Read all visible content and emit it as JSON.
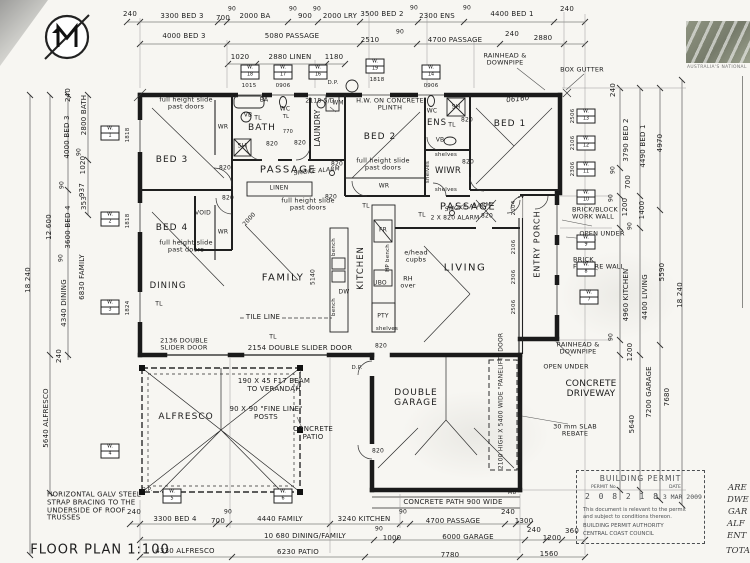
{
  "title": "FLOOR PLAN 1:100",
  "rooms": {
    "bed3": "BED 3",
    "bed4": "BED 4",
    "bath": "BATH",
    "laundry": "LAUNDRY",
    "passage1": "PASSAGE",
    "linen": "LINEN",
    "bed2": "BED 2",
    "ens": "ENS",
    "wiwr": "WIWR",
    "bed1": "BED 1",
    "passage2": "PASSAGE",
    "living": "LIVING",
    "kitchen": "KITCHEN",
    "family": "FAMILY",
    "dining": "DINING",
    "porch": "ENTRY PORCH",
    "alfresco": "ALFRESCO",
    "garage": "DOUBLE GARAGE",
    "patio": "CONCRETE PATIO",
    "driveway": "CONCRETE DRIVEWAY"
  },
  "notes": {
    "fh": "full height slide past doors",
    "hw": "H.W. ON CONCRETE PLINTH",
    "sd2118": "2118 S/D",
    "rain": "RAINHEAD & DOWNPIPE",
    "boxgutter": "BOX GUTTER",
    "open_under": "OPEN UNDER",
    "brick_block": "BRICK/BLOCK WORK WALL",
    "brick_feature": "BRICK FEATURE WALL",
    "slab": "30 mm SLAB REBATE",
    "path": "CONCRETE PATH 900 WIDE",
    "panelift": "2100 HIGH X 5400 WIDE \"PANELIFT\" DOOR",
    "beam": "190 X 45 F17 BEAM TO VERANDAH",
    "posts": "90 X 90 \"FINE LINE\" POSTS",
    "slider2136": "2136 DOUBLE SLIDER DOOR",
    "slider2154": "2154 DOUBLE SLIDER DOOR",
    "tile": "TILE LINE",
    "void": "VOID",
    "smoke": "SMOKE ALARM",
    "alarm2x": "2 X 820 ALARM",
    "galv": "HORIZONTAL GALV STEEL STRAP BRACING TO THE UNDERSIDE OF ROOF TRUSSES",
    "ehead": "e/head cupbs",
    "rh": "RH over",
    "hand": "06160"
  },
  "fix": {
    "ba": "BA",
    "vb": "VB",
    "sh": "SH",
    "wc": "WC",
    "tl": "TL",
    "wr": "WR",
    "wm": "WM",
    "fr": "FR",
    "dw": "DW",
    "ubo": "UBO",
    "hp": "HP",
    "pty": "PTY",
    "shelves": "shelves",
    "bench": "bench",
    "dp": "D.P.",
    "m8": "M8",
    "d820": "820",
    "n770": "770",
    "n2000": "2000",
    "n5140": "5140"
  },
  "dims": {
    "t1": [
      "240",
      "3300 BED 3",
      "700",
      "90",
      "2000 BA",
      "90",
      "900",
      "90",
      "2000 LRY",
      "3500 BED 2",
      "90",
      "2300 ENS",
      "90",
      "4400 BED 1",
      "240"
    ],
    "t2": [
      "4000 BED 3",
      "5080 PASSAGE",
      "2510",
      "90",
      "4700 PASSAGE",
      "240",
      "2880"
    ],
    "t3": [
      "1020",
      "2880 LINEN",
      "1180"
    ],
    "lf": [
      "240",
      "2800 BATH",
      "4000 BED 3",
      "1020",
      "90",
      "937",
      "353",
      "90",
      "3600 BED 4",
      "90",
      "6830 FAMILY",
      "12 600",
      "18 240",
      "4340 DINING",
      "240",
      "5640 ALFRESCO"
    ],
    "rt": [
      "240",
      "3790 BED 2",
      "4490 BED 1",
      "4970",
      "90",
      "700",
      "90",
      "1200",
      "1400",
      "90",
      "4960 KITCHEN",
      "4400 LIVING",
      "5590",
      "18 240",
      "90",
      "1200",
      "5640",
      "7200 GARAGE",
      "7680"
    ],
    "b1": [
      "240",
      "3300 BED 4",
      "700",
      "90",
      "4440 FAMILY",
      "3240 KITCHEN",
      "90",
      "4700 PASSAGE",
      "240",
      "1300"
    ],
    "b2": [
      "10 680 DINING/FAMILY",
      "90",
      "1000",
      "6000 GARAGE",
      "240",
      "1200",
      "360"
    ],
    "b3": [
      "4330 ALFRESCO",
      "6230 PATIO",
      "7780",
      "1560"
    ]
  },
  "win": {
    "p": "W.",
    "tags": [
      {
        "n": "1",
        "s": "1818"
      },
      {
        "n": "2",
        "s": "1818"
      },
      {
        "n": "3",
        "s": "1824"
      },
      {
        "n": "4",
        "s": ""
      },
      {
        "n": "5",
        "s": ""
      },
      {
        "n": "6",
        "s": ""
      },
      {
        "n": "7",
        "s": ""
      },
      {
        "n": "8",
        "s": ""
      },
      {
        "n": "9",
        "s": ""
      },
      {
        "n": "10",
        "s": ""
      },
      {
        "n": "11",
        "s": "2306"
      },
      {
        "n": "12",
        "s": "2106"
      },
      {
        "n": "13",
        "s": "2506"
      },
      {
        "n": "14",
        "s": "0906"
      },
      {
        "n": "16",
        "s": ""
      },
      {
        "n": "17",
        "s": "0906"
      },
      {
        "n": "18",
        "s": "1015"
      },
      {
        "n": "19",
        "s": "1818"
      }
    ]
  },
  "glazing": [
    "2104",
    "2106",
    "2306",
    "2506"
  ],
  "permit": {
    "header": "BUILDING PERMIT",
    "no_label": "PERMIT No.",
    "date_label": "DATE",
    "number": "2 0 8 2 1 8",
    "date": "1 3 MAR 2009",
    "note": "This document is relevant to the permit and subject to conditions thereon.",
    "authority": "BUILDING PERMIT AUTHORITY",
    "council": "CENTRAL COAST COUNCIL"
  },
  "areas_clipped": [
    "ARE",
    "DWE",
    "GAR",
    "ALF",
    "ENT",
    "TOTA"
  ],
  "logo": {
    "caption": "AUSTRALIA'S NATIONAL"
  }
}
